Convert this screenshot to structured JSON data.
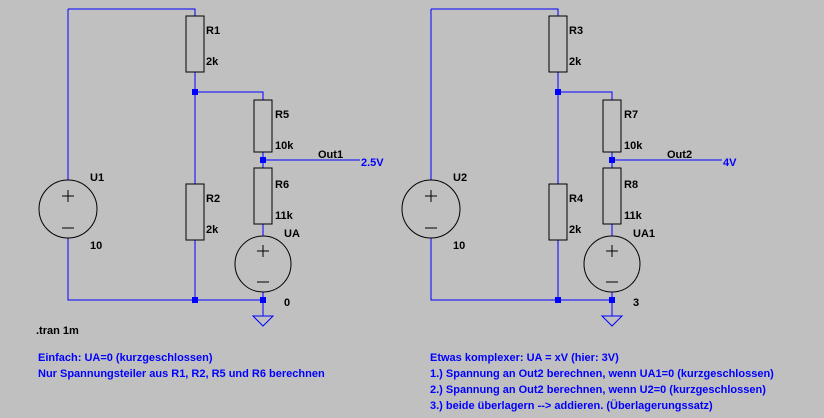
{
  "left": {
    "U1": {
      "name": "U1",
      "value": "10"
    },
    "R1": {
      "name": "R1",
      "value": "2k"
    },
    "R2": {
      "name": "R2",
      "value": "2k"
    },
    "R5": {
      "name": "R5",
      "value": "10k"
    },
    "R6": {
      "name": "R6",
      "value": "11k"
    },
    "UA": {
      "name": "UA",
      "value": "0"
    },
    "out_label": "Out1",
    "out_value": "2.5V",
    "directive": ".tran 1m",
    "notes": [
      "Einfach: UA=0 (kurzgeschlossen)",
      "Nur Spannungsteiler aus R1, R2, R5 und R6 berechnen"
    ]
  },
  "right": {
    "U2": {
      "name": "U2",
      "value": "10"
    },
    "R3": {
      "name": "R3",
      "value": "2k"
    },
    "R4": {
      "name": "R4",
      "value": "2k"
    },
    "R7": {
      "name": "R7",
      "value": "10k"
    },
    "R8": {
      "name": "R8",
      "value": "11k"
    },
    "UA1": {
      "name": "UA1",
      "value": "3"
    },
    "out_label": "Out2",
    "out_value": "4V",
    "notes": [
      "Etwas komplexer: UA = xV (hier: 3V)",
      "1.) Spannung an Out2 berechnen, wenn UA1=0 (kurzgeschlossen)",
      "2.) Spannung an Out2 berechnen, wenn U2=0 (kurzgeschlossen)",
      "3.) beide überlagern --> addieren. (Überlagerungssatz)"
    ]
  },
  "colors": {
    "background": "#c0c0c0",
    "wire": "#0000ff",
    "component": "#000000",
    "note_text": "#0000ff"
  }
}
